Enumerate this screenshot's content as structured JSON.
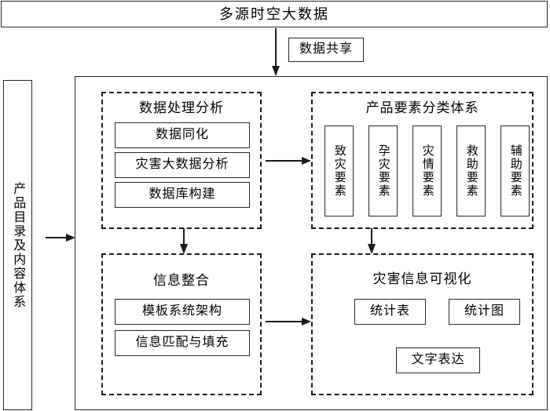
{
  "diagram": {
    "header": {
      "label": "多源时空大数据"
    },
    "share_node": {
      "label": "数据共享"
    },
    "left_panel": {
      "label": "产品目录及内容体系"
    },
    "groups": {
      "data_processing": {
        "title": "数据处理分析",
        "items": [
          {
            "label": "数据同化"
          },
          {
            "label": "灾害大数据分析"
          },
          {
            "label": "数据库构建"
          }
        ]
      },
      "product_elements": {
        "title": "产品要素分类体系",
        "items": [
          {
            "label": "致灾要素"
          },
          {
            "label": "孕灾要素"
          },
          {
            "label": "灾情要素"
          },
          {
            "label": "救助要素"
          },
          {
            "label": "辅助要素"
          }
        ]
      },
      "information_integration": {
        "title": "信息整合",
        "items": [
          {
            "label": "模板系统架构"
          },
          {
            "label": "信息匹配与填充"
          }
        ]
      },
      "disaster_visualization": {
        "title": "灾害信息可视化",
        "items": [
          {
            "label": "统计表"
          },
          {
            "label": "统计图"
          },
          {
            "label": "文字表达"
          }
        ]
      }
    },
    "colors": {
      "stroke": "#262626",
      "dashed_stroke": "#1a1a1a",
      "background": "#ffffff",
      "text": "#000000"
    }
  }
}
